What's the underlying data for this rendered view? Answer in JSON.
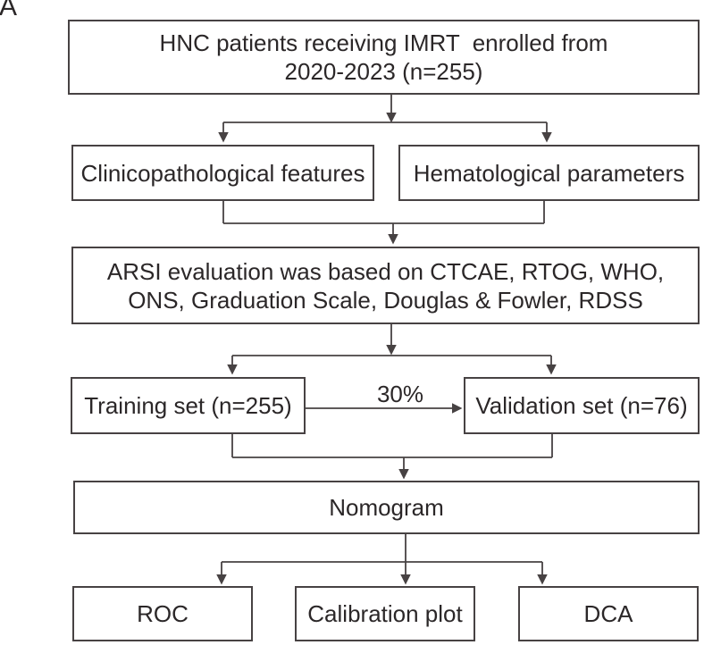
{
  "figure": {
    "panel_label": "A"
  },
  "colors": {
    "background": "#ffffff",
    "box_border": "#474243",
    "connector_line": "#474243",
    "text": "#2b2728"
  },
  "boxes": {
    "enrollment": {
      "text": "HNC patients receiving IMRT  enrolled from\n2020-2023 (n=255)"
    },
    "clinicopathological": {
      "text": "Clinicopathological features"
    },
    "hematological": {
      "text": "Hematological parameters"
    },
    "arsi_evaluation": {
      "text": "ARSI evaluation was based on CTCAE, RTOG, WHO,\nONS, Graduation Scale, Douglas & Fowler, RDSS"
    },
    "training_set": {
      "text": "Training set (n=255)"
    },
    "validation_set": {
      "text": "Validation set (n=76)"
    },
    "nomogram": {
      "text": "Nomogram"
    },
    "roc": {
      "text": "ROC"
    },
    "calibration_plot": {
      "text": "Calibration plot"
    },
    "dca": {
      "text": "DCA"
    }
  },
  "labels": {
    "split_percentage": "30%"
  }
}
